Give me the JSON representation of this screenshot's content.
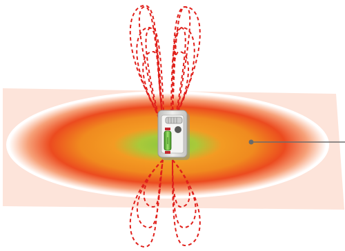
{
  "diagram": {
    "description_text": "",
    "colors": {
      "background": "#ffffff",
      "plane": "#fde4da",
      "field_outer": "#fdc9a8",
      "field_mid_red": "#ec4b1f",
      "field_mid_orange": "#f39b23",
      "field_center": "#8cc63f",
      "field_rim": "#ffffff",
      "field_lines": "#e0201b",
      "pointer": "#6b6b6b",
      "device_body": "#d9d9d6",
      "device_battery": "#6cbf3c",
      "device_contact": "#c1272d"
    },
    "elements": {
      "plane": "ground-plane",
      "field": "radiation-ellipse",
      "field_lines": "dashed-field-loops",
      "device": "battery-device",
      "pointer": "callout-pointer"
    }
  }
}
